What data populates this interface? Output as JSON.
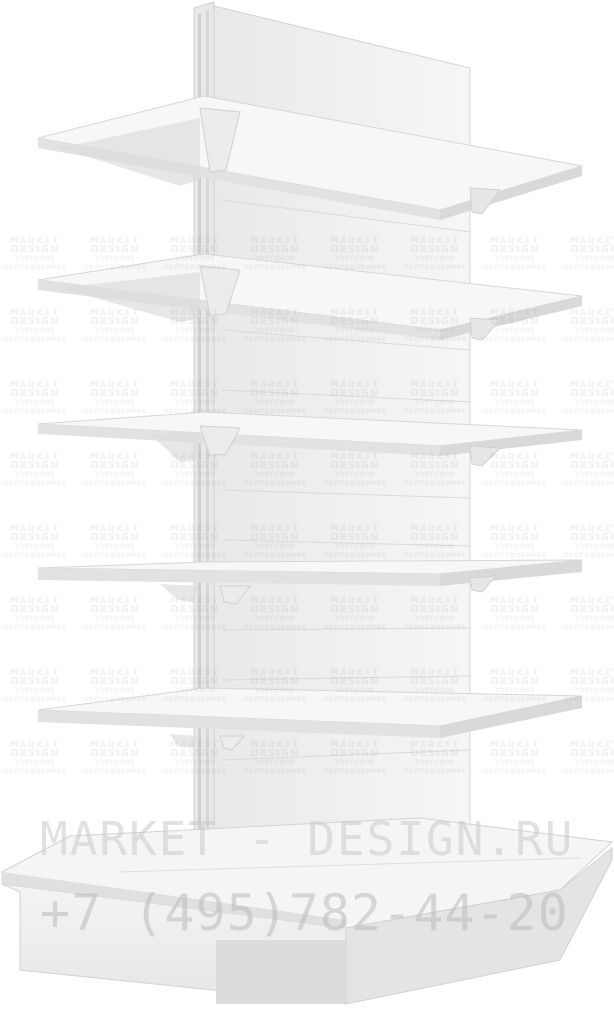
{
  "image": {
    "subject": "Double-sided white supermarket gondola shelving unit with five shelf levels and a wide base plinth",
    "colors": {
      "background": "#ffffff",
      "panel": "#f3f3f3",
      "shelf_top": "#f7f7f7",
      "shelf_edge": "#dedede",
      "shadow": "#c9c9c9",
      "upright": "#eaeaea"
    }
  },
  "watermark": {
    "tile_line_1": "MARKET",
    "tile_line_2": "DESIGN",
    "tile_line_3": "ТОРГОВОЕ ОБОРУДОВАНИЕ",
    "site": "MARKET - DESIGN.RU",
    "phone": "+7 (495)782-44-20"
  }
}
